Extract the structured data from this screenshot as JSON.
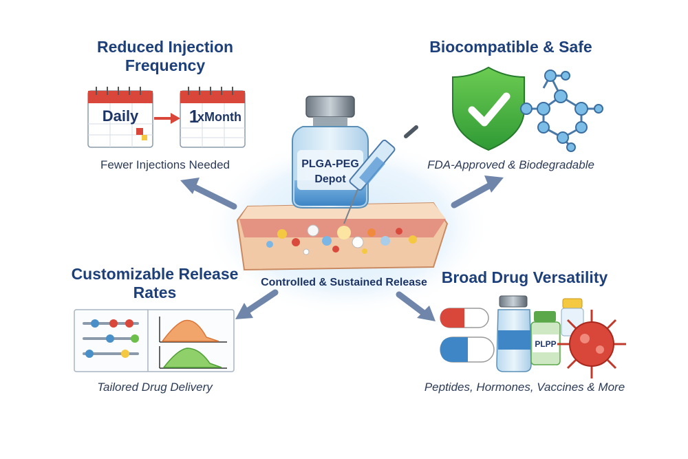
{
  "benefits": {
    "top_left": {
      "title": "Reduced Injection Frequency",
      "caption": "Fewer Injections Needed",
      "calendar_left": "Daily",
      "calendar_right_big": "1",
      "calendar_right_rest": "xMonth"
    },
    "top_right": {
      "title": "Biocompatible & Safe",
      "caption": "FDA-Approved & Biodegradable"
    },
    "bottom_left": {
      "title_line1": "Customizable Release",
      "title_line2": "Rates",
      "caption": "Tailored Drug Delivery"
    },
    "bottom_right": {
      "title": "Broad Drug Versatility",
      "caption": "Peptides, Hormones, Vaccines & More",
      "bottle_label": "PLPP"
    }
  },
  "center": {
    "vial_label_line1": "PLGA-PEG",
    "vial_label_line2": "Depot",
    "release_label": "Controlled & Sustained Release"
  },
  "colors": {
    "title": "#1d3f7a",
    "arrow": "#6f86aa",
    "shield": "#3ea83a",
    "molecule": "#4a90c8",
    "calendar_red": "#d9463a"
  }
}
